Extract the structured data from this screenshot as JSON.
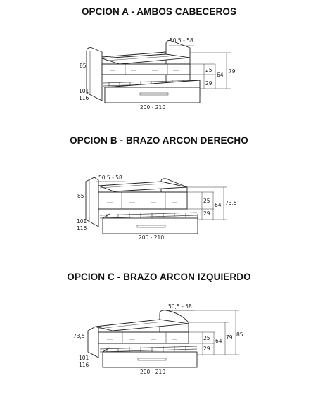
{
  "options": [
    {
      "title": "OPCION A - AMBOS CABECEROS",
      "dims": {
        "depth": "50,5 - 58",
        "head_height": "85",
        "width_low": "101",
        "width_high": "116",
        "length": "200 - 210",
        "drawer_h": "25",
        "bed_h": "29",
        "mid_h": "64",
        "total_h": "79"
      }
    },
    {
      "title": "OPCION B - BRAZO ARCON DERECHO",
      "dims": {
        "depth": "50,5 - 58",
        "head_height": "85",
        "width_low": "101",
        "width_high": "116",
        "length": "200 - 210",
        "drawer_h": "25",
        "bed_h": "29",
        "mid_h": "64",
        "total_h": "73,5"
      }
    },
    {
      "title": "OPCION C - BRAZO ARCON IZQUIERDO",
      "dims": {
        "depth": "50,5 - 58",
        "head_height": "73,5",
        "width_low": "101",
        "width_high": "116",
        "length": "200 - 210",
        "drawer_h": "25",
        "bed_h": "29",
        "mid_h": "64",
        "total_h": "79",
        "right_h": "85"
      }
    }
  ]
}
